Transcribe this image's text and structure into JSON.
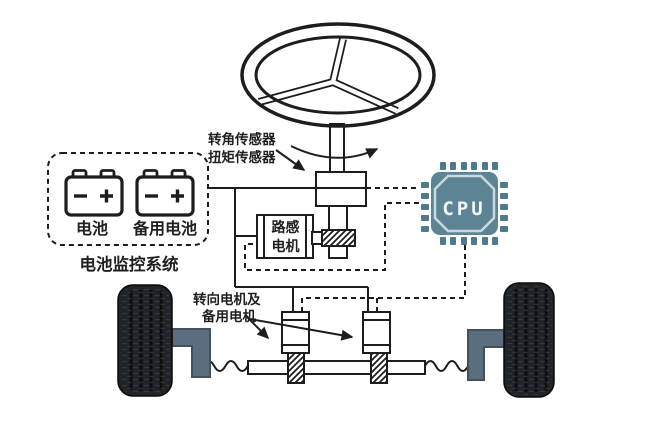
{
  "labels": {
    "angle_sensor": "转角传感器",
    "torque_sensor": "扭矩传感器",
    "road_feel_motor": [
      "路感",
      "电机"
    ],
    "battery": "电池",
    "backup_battery": "备用电池",
    "battery_monitoring_system": "电池监控系统",
    "steering_motor": [
      "转向电机及",
      "备用电机"
    ],
    "cpu": "CPU"
  },
  "colors": {
    "ink": "#1d1d1d",
    "background": "#ffffff",
    "cpu_body": "#5d8494",
    "cpu_pin": "#4f7a8b",
    "cpu_outline": "#cbd9de",
    "cpu_text": "#f0f5f6",
    "knuckle": "#5b6e80",
    "tire_body": "#202428",
    "tire_groove": "#0c0d0e",
    "tire_sipe": "#454b52"
  },
  "icons": {
    "steering_wheel": "steering-wheel-icon",
    "battery_left": "battery-icon",
    "battery_right": "battery-icon",
    "cpu_chip": "cpu-chip-icon",
    "tire_left": "tire-icon",
    "tire_right": "tire-icon"
  }
}
